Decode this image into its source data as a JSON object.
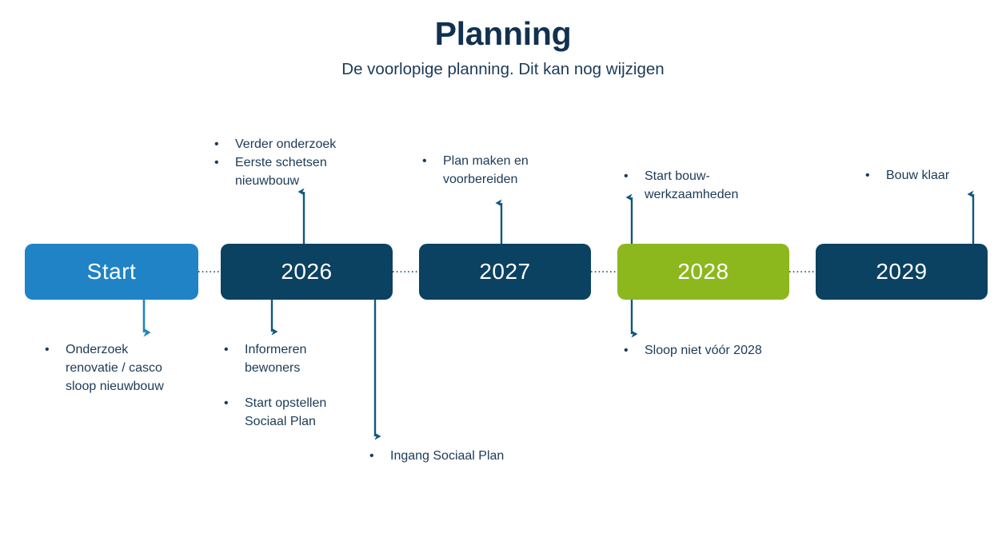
{
  "header": {
    "title": "Planning",
    "subtitle": "De voorlopige planning. Dit kan nog wijzigen"
  },
  "colors": {
    "navy": "#0b4161",
    "navy_text": "#1b3a57",
    "light_blue": "#1f83c6",
    "green": "#8cb81e",
    "arrow_navy": "#11587f",
    "arrow_light_blue": "#1f83c6",
    "dotted": "#0b4161",
    "white": "#ffffff"
  },
  "timeline": {
    "milestones": [
      {
        "id": "start",
        "label": "Start",
        "color_key": "light_blue"
      },
      {
        "id": "2026",
        "label": "2026",
        "color_key": "navy"
      },
      {
        "id": "2027",
        "label": "2027",
        "color_key": "navy"
      },
      {
        "id": "2028",
        "label": "2028",
        "color_key": "green"
      },
      {
        "id": "2029",
        "label": "2029",
        "color_key": "navy"
      }
    ],
    "above_labels": [
      {
        "id": "above-2026",
        "bullets": [
          "Verder onderzoek",
          "Eerste schetsen\nnieuwbouw"
        ]
      },
      {
        "id": "above-2027",
        "bullets": [
          "Plan maken en\nvoorbereiden"
        ]
      },
      {
        "id": "above-2028",
        "bullets": [
          "Start bouw-\nwerkzaamheden"
        ]
      },
      {
        "id": "above-2029",
        "bullets": [
          "Bouw klaar"
        ]
      }
    ],
    "below_labels": [
      {
        "id": "below-start",
        "bullets": [
          "Onderzoek\nrenovatie / casco\nsloop nieuwbouw"
        ]
      },
      {
        "id": "below-2026",
        "bullets": [
          "Informeren\nbewoners",
          "Start opstellen\nSociaal Plan"
        ]
      },
      {
        "id": "below-2026-far",
        "bullets": [
          "Ingang Sociaal Plan"
        ]
      },
      {
        "id": "below-2028",
        "bullets": [
          "Sloop niet vóór 2028"
        ]
      }
    ],
    "bullet_glyph": "•"
  }
}
